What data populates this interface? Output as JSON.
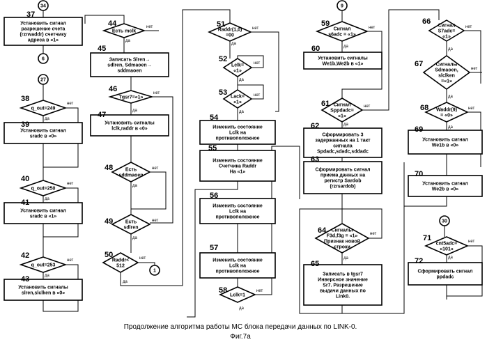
{
  "nodes": [
    {
      "id": "c34",
      "type": "connector",
      "label": "34"
    },
    {
      "id": "n37",
      "type": "process",
      "num": "37",
      "lines": [
        "Установить сигнал",
        "разрешение счета",
        "(rzrwaddr) счетчику",
        "адреса в «1»"
      ]
    },
    {
      "id": "c6",
      "type": "connector",
      "label": "6"
    },
    {
      "id": "c27",
      "type": "connector",
      "label": "27"
    },
    {
      "id": "n38",
      "type": "decision",
      "num": "38",
      "lines": [
        "q_out=249"
      ]
    },
    {
      "id": "n39",
      "type": "process",
      "num": "39",
      "lines": [
        "Установить сигнал",
        "sradc в «0»"
      ]
    },
    {
      "id": "n40",
      "type": "decision",
      "num": "40",
      "lines": [
        "q_out=250"
      ]
    },
    {
      "id": "n41",
      "type": "process",
      "num": "41",
      "lines": [
        "Установить сигнал",
        "sradc в «1»"
      ]
    },
    {
      "id": "n42",
      "type": "decision",
      "num": "42",
      "lines": [
        "q_out=253"
      ]
    },
    {
      "id": "n43",
      "type": "process",
      "num": "43",
      "lines": [
        "Установить сигналы",
        "slren,slclken в «0»"
      ]
    },
    {
      "id": "n44",
      "type": "decision",
      "num": "44",
      "lines": [
        "Есть mclk"
      ]
    },
    {
      "id": "n45",
      "type": "process",
      "num": "45",
      "lines": [
        "Записать Slren→",
        "sdlren, Sdmaoen→",
        "sddmaoen"
      ]
    },
    {
      "id": "n46",
      "type": "decision",
      "num": "46",
      "lines": [
        "Tgsr7=«1»"
      ]
    },
    {
      "id": "n47",
      "type": "process",
      "num": "47",
      "lines": [
        "Установить сигналы",
        "lclk,raddr в «0»"
      ]
    },
    {
      "id": "n48",
      "type": "decision",
      "num": "48",
      "lines": [
        "Есть",
        "sddmaoen"
      ]
    },
    {
      "id": "n49",
      "type": "decision",
      "num": "49",
      "lines": [
        "Есть",
        "sdlren"
      ]
    },
    {
      "id": "n50",
      "type": "decision",
      "num": "50",
      "lines": [
        "Raddr<",
        "512"
      ]
    },
    {
      "id": "c1",
      "type": "connector",
      "label": "1"
    },
    {
      "id": "n51",
      "type": "decision",
      "num": "51",
      "lines": [
        "Raddr(1,0)",
        "=00"
      ]
    },
    {
      "id": "n52",
      "type": "decision",
      "num": "52",
      "lines": [
        "Lclk=",
        "«1»"
      ]
    },
    {
      "id": "n53",
      "type": "decision",
      "num": "53",
      "lines": [
        "Lack=",
        "«1»"
      ]
    },
    {
      "id": "n54",
      "type": "process",
      "num": "54",
      "lines": [
        "Изменить состояние",
        "Lclk на",
        "противоположное"
      ]
    },
    {
      "id": "n55",
      "type": "process",
      "num": "55",
      "lines": [
        "Изменить состояние",
        "Счетчика Raddr",
        "На «1»"
      ]
    },
    {
      "id": "n56",
      "type": "process",
      "num": "56",
      "lines": [
        "Изменить состояние",
        "Lclk на",
        "противоположное"
      ]
    },
    {
      "id": "n57",
      "type": "process",
      "num": "57",
      "lines": [
        "Изменить состояние",
        "Lclk на",
        "противоположное"
      ]
    },
    {
      "id": "n58",
      "type": "decision",
      "num": "58",
      "lines": [
        "Lclk=1"
      ]
    },
    {
      "id": "c9",
      "type": "connector",
      "label": "9"
    },
    {
      "id": "n59",
      "type": "decision",
      "num": "59",
      "lines": [
        "Сигнал",
        "s6adc = «1»"
      ]
    },
    {
      "id": "n60",
      "type": "process",
      "num": "60",
      "lines": [
        "Установить сигналы",
        "We1b,We2b в «1»"
      ]
    },
    {
      "id": "n61",
      "type": "decision",
      "num": "61",
      "lines": [
        "Сигнал",
        "Sppdadc=",
        "«1»"
      ]
    },
    {
      "id": "n62",
      "type": "process",
      "num": "62",
      "lines": [
        "Сформировать 3",
        "задержанных на 1 такт",
        "сигнала",
        "Spdadc,sdadc,sddadc"
      ]
    },
    {
      "id": "n63",
      "type": "process",
      "num": "63",
      "lines": [
        "Сформировать сигнал",
        "приема данных на",
        "регистр Sardob",
        "(rzrsardob)"
      ]
    },
    {
      "id": "n64",
      "type": "decision",
      "num": "64",
      "lines": [
        "Сигналы",
        "F3d,f3g = «1»",
        "Признак новой",
        "строки"
      ]
    },
    {
      "id": "n65",
      "type": "process",
      "num": "65",
      "lines": [
        "Записать в tgsr7",
        "Инверсное значение",
        "Sr7. Разрешение",
        "выдачи данных по",
        "Link0."
      ]
    },
    {
      "id": "n66",
      "type": "decision",
      "num": "66",
      "lines": [
        "Сигнал",
        "S7adc=",
        "«1»"
      ]
    },
    {
      "id": "n67",
      "type": "decision",
      "num": "67",
      "lines": [
        "Сигналы",
        "Sdmaoen,",
        "slclken",
        "=«1»"
      ]
    },
    {
      "id": "n68",
      "type": "decision",
      "num": "68",
      "lines": [
        "Waddr(9)",
        "= «0»"
      ]
    },
    {
      "id": "n69",
      "type": "process",
      "num": "69",
      "lines": [
        "Установить сигнал",
        "We1b в «0»"
      ]
    },
    {
      "id": "n70",
      "type": "process",
      "num": "70",
      "lines": [
        "Установить сигнал",
        "We2b в «0»"
      ]
    },
    {
      "id": "c30",
      "type": "connector",
      "label": "30"
    },
    {
      "id": "n71",
      "type": "decision",
      "num": "71",
      "lines": [
        "cnt5adc=",
        "«101»"
      ]
    },
    {
      "id": "n72",
      "type": "process",
      "num": "72",
      "lines": [
        "Сформировать сигнал",
        "ppdadc"
      ]
    }
  ],
  "branch_labels": {
    "yes": "да",
    "no": "нет"
  },
  "caption": "Продолжение алгоритма работы МС блока передачи данных по LINK-0.",
  "figure": "Фиг.7а"
}
